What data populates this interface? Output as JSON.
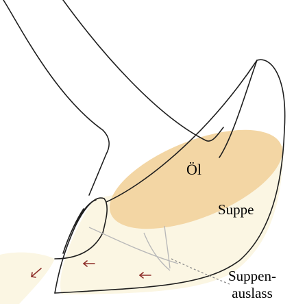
{
  "labels": {
    "oil": "Öl",
    "soup": "Suppe",
    "outlet_line1": "Suppen-",
    "outlet_line2": "auslass"
  },
  "colors": {
    "outline": "#1e1e1e",
    "oil_fill": "#f3d6a4",
    "soup_fill": "#fbf6e3",
    "arrow": "#8e2f2a",
    "inner_lines": "#b9b9b9",
    "leader_line": "#8a8a8a"
  },
  "icons": {
    "flow_arrow": "arrow-left-icon"
  }
}
